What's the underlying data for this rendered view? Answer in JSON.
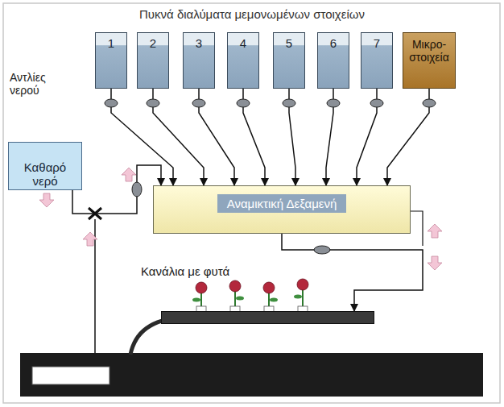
{
  "diagram": {
    "title": "Πυκνά διαλύματα μεμονωμένων στοιχείων",
    "nodes": [
      {
        "text": [
          "1"
        ]
      },
      {
        "text": [
          "2"
        ]
      },
      {
        "text": [
          "3"
        ]
      },
      {
        "text": [
          "4"
        ]
      },
      {
        "text": [
          "5"
        ]
      },
      {
        "text": [
          "6"
        ]
      },
      {
        "text": [
          "7"
        ]
      },
      {
        "text": [
          "Μικρο- στοιχεία"
        ]
      },
      {
        "text": [
          "Καθαρό νερό"
        ]
      },
      {
        "text": [
          "Αναμικτική Δεξαμενή"
        ]
      },
      {
        "text": [
          "Κανάλια με φυτά"
        ]
      }
    ],
    "edges": [
      {
        "from": 0,
        "to": 9,
        "arrow": "to"
      },
      {
        "from": 1,
        "to": 9,
        "arrow": "to"
      },
      {
        "from": 2,
        "to": 9,
        "arrow": "to"
      },
      {
        "from": 3,
        "to": 9,
        "arrow": "to"
      },
      {
        "from": 4,
        "to": 9,
        "arrow": "to"
      },
      {
        "from": 5,
        "to": 9,
        "arrow": "to"
      },
      {
        "from": 6,
        "to": 9,
        "arrow": "to"
      },
      {
        "from": 7,
        "to": 9,
        "arrow": "to"
      },
      {
        "from": 8,
        "to": 9,
        "arrow": "to"
      },
      {
        "from": 9,
        "to": 10,
        "arrow": "to"
      }
    ],
    "labels": [
      "Αντλίες νερού"
    ]
  }
}
